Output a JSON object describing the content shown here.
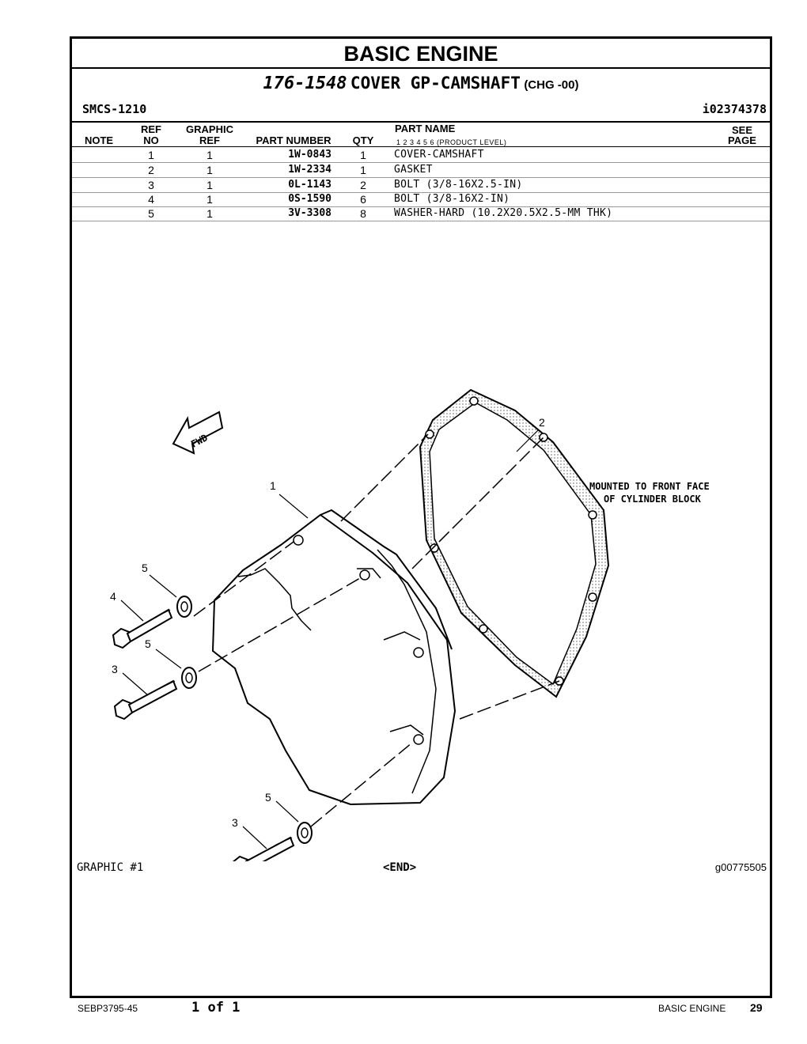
{
  "page_title": "BASIC ENGINE",
  "group": {
    "number": "176-1548",
    "name": "COVER GP-CAMSHAFT",
    "change": "(CHG  -00)"
  },
  "smcs": "SMCS-1210",
  "illustration_id": "i02374378",
  "table": {
    "headers": {
      "note": "NOTE",
      "ref_top": "REF",
      "ref_bottom": "NO",
      "graphic_top": "GRAPHIC",
      "graphic_bottom": "REF",
      "part_number": "PART NUMBER",
      "qty": "QTY",
      "part_name": "PART NAME",
      "levels": "1    2    3    4    5    6    (PRODUCT LEVEL)",
      "see_top": "SEE",
      "see_bottom": "PAGE"
    },
    "rows": [
      {
        "ref": "1",
        "gref": "1",
        "pn": "1W-0843",
        "qty": "1",
        "name": "COVER-CAMSHAFT"
      },
      {
        "ref": "2",
        "gref": "1",
        "pn": "1W-2334",
        "qty": "1",
        "name": "GASKET"
      },
      {
        "ref": "3",
        "gref": "1",
        "pn": "0L-1143",
        "qty": "2",
        "name": "BOLT (3/8-16X2.5-IN)"
      },
      {
        "ref": "4",
        "gref": "1",
        "pn": "0S-1590",
        "qty": "6",
        "name": "BOLT (3/8-16X2-IN)"
      },
      {
        "ref": "5",
        "gref": "1",
        "pn": "3V-3308",
        "qty": "8",
        "name": "WASHER-HARD (10.2X20.5X2.5-MM THK)"
      }
    ]
  },
  "graphic": {
    "fwd_label": "FWD",
    "note_line1": "MOUNTED TO FRONT FACE",
    "note_line2": "OF CYLINDER BLOCK",
    "callouts": {
      "c1": "1",
      "c2": "2",
      "c3a": "3",
      "c3b": "3",
      "c4": "4",
      "c5a": "5",
      "c5b": "5",
      "c5c": "5"
    },
    "label": "GRAPHIC #1",
    "end": "<END>",
    "graphic_id": "g00775505"
  },
  "footer": {
    "doc_code": "SEBP3795-45",
    "page_of": "1 of 1",
    "section": "BASIC ENGINE",
    "page_number": "29"
  }
}
